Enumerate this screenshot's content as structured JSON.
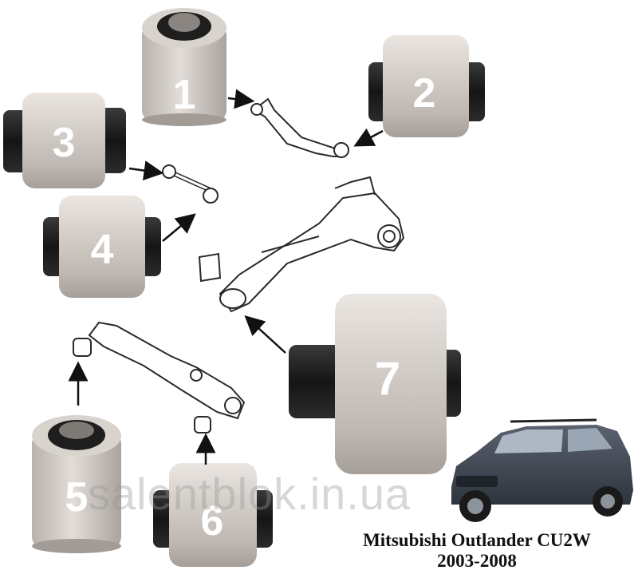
{
  "image": {
    "caption_model": "Mitsubishi Outlander CU2W",
    "caption_years": "2003-2008",
    "watermark": "salentblok.in.ua"
  },
  "parts": [
    {
      "label": "1",
      "type": "bushing-with-rubber-insert"
    },
    {
      "label": "2",
      "type": "cylindrical-bushing"
    },
    {
      "label": "3",
      "type": "cylindrical-bushing"
    },
    {
      "label": "4",
      "type": "cylindrical-bushing"
    },
    {
      "label": "5",
      "type": "bushing-with-rubber-insert"
    },
    {
      "label": "6",
      "type": "cylindrical-bushing"
    },
    {
      "label": "7",
      "type": "large-cylindrical-bushing"
    }
  ],
  "colors": {
    "rubber_sleeve": "#c9c2bd",
    "rubber_highlight": "#ebe6e2",
    "metal_core": "#1e1e1e",
    "label_text": "#ffffff",
    "diagram_line": "#2a2a2a",
    "car_body": "#3c4350"
  },
  "icons": [
    "bushing-icon",
    "arrow-icon",
    "suspension-arm-diagram",
    "car-icon"
  ]
}
